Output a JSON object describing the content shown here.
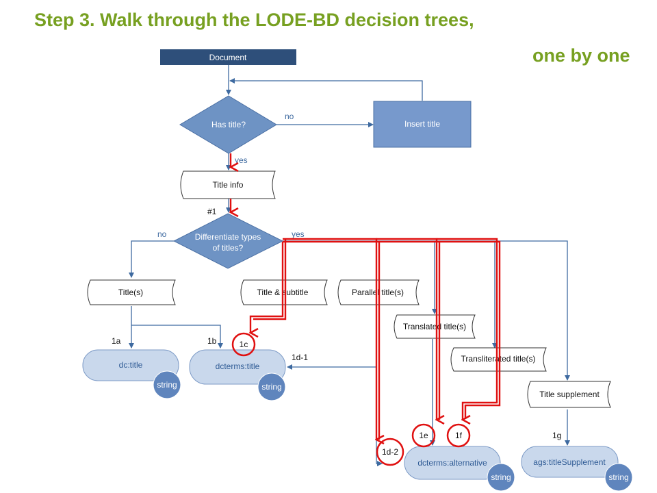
{
  "heading": {
    "line1": "Step 3. Walk through the LODE-BD decision trees,",
    "line2": "one by one"
  },
  "nodes": {
    "document": "Document",
    "has_title": "Has title?",
    "insert_title": "Insert title",
    "title_info": "Title info",
    "differentiate_line1": "Differentiate types",
    "differentiate_line2": "of titles?",
    "titles": "Title(s)",
    "title_subtitle": "Title & subtitle",
    "parallel_titles": "Parallel title(s)",
    "translated_titles": "Translated title(s)",
    "transliterated_titles": "Transliterated title(s)",
    "title_supplement": "Title supplement",
    "dc_title": "dc:title",
    "dcterms_title": "dcterms:title",
    "dcterms_alternative": "dcterms:alternative",
    "ags_title_supplement": "ags:titleSupplement",
    "string": "string"
  },
  "edge_labels": {
    "no_1": "no",
    "yes_1": "yes",
    "step_number": "#1",
    "no_2": "no",
    "yes_2": "yes"
  },
  "step_labels": {
    "s1a": "1a",
    "s1b": "1b",
    "s1c": "1c",
    "s1d1": "1d-1",
    "s1d2": "1d-2",
    "s1e": "1e",
    "s1f": "1f",
    "s1g": "1g"
  },
  "colors": {
    "heading": "#77a021",
    "dark_box": "#2e4f7a",
    "diamond": "#6e93c4",
    "box": "#7799cc",
    "arrow": "#3e6aa0",
    "pill_fill": "#c9d8ec",
    "string_circle": "#5f85bd",
    "highlight": "#e01010"
  }
}
